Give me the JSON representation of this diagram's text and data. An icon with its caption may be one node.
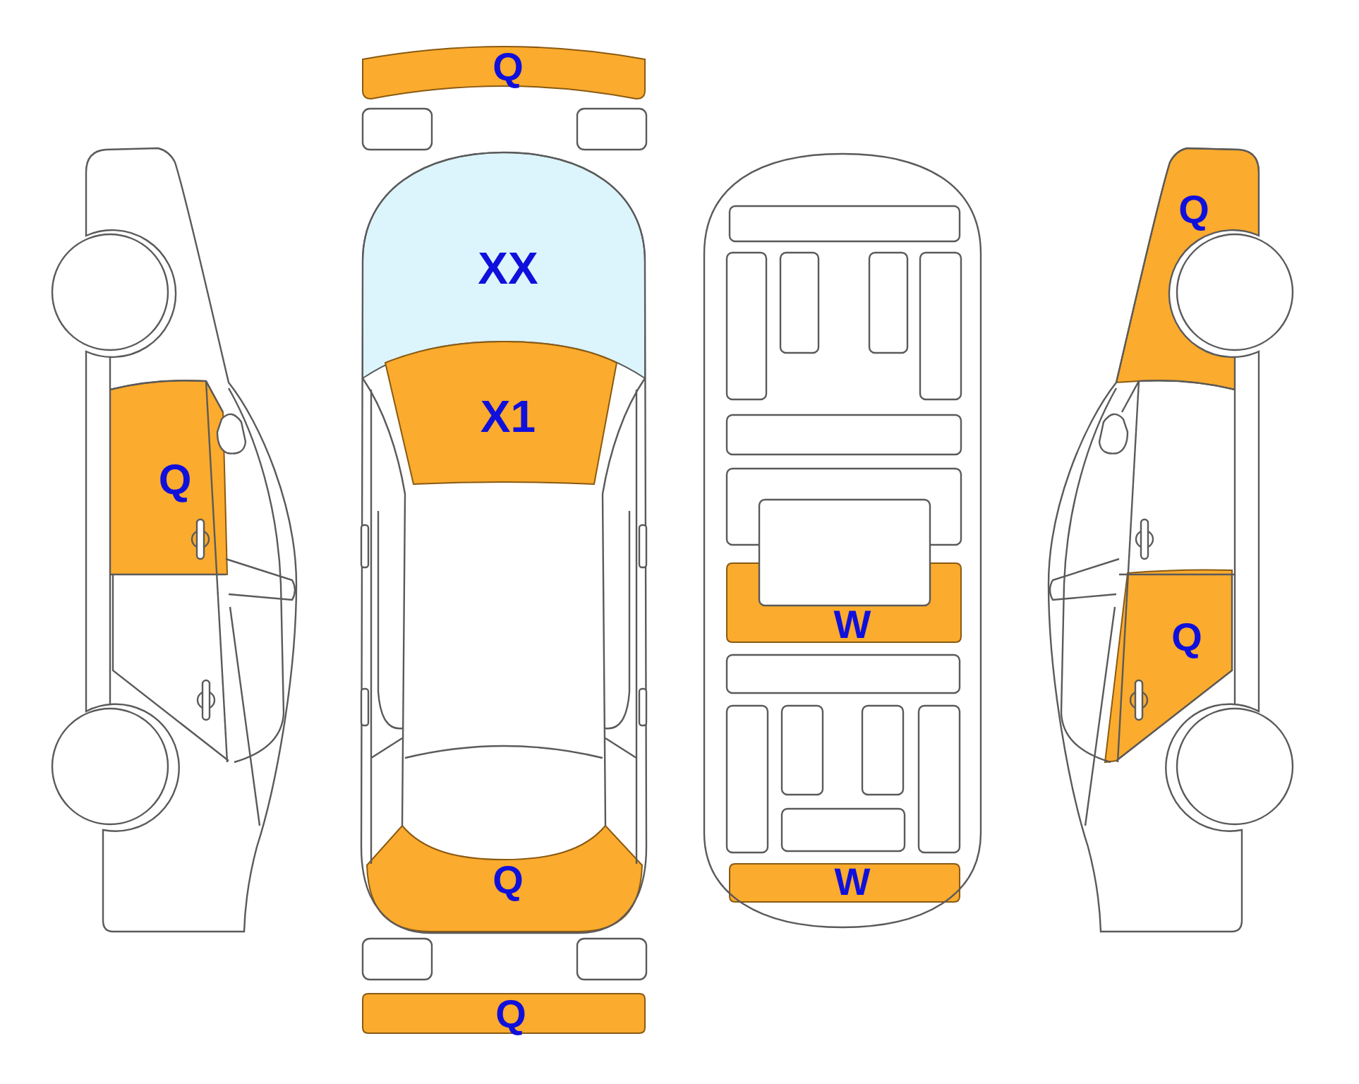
{
  "diagram": {
    "nodes": [
      {
        "text": [
          "Q"
        ]
      },
      {
        "text": [
          "Q"
        ]
      },
      {
        "text": [
          "XX"
        ]
      },
      {
        "text": [
          "X1"
        ]
      },
      {
        "text": [
          "Q"
        ]
      },
      {
        "text": [
          "Q"
        ]
      },
      {
        "text": [
          "W"
        ]
      },
      {
        "text": [
          "W"
        ]
      },
      {
        "text": [
          "Q"
        ]
      },
      {
        "text": [
          "Q"
        ]
      }
    ]
  }
}
